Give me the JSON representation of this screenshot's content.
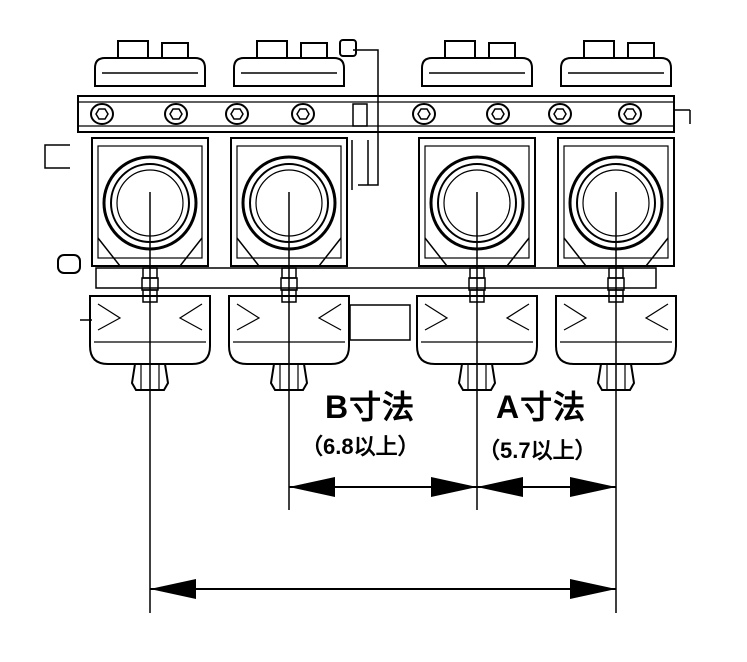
{
  "labels": {
    "b_title": "B寸法",
    "b_value": "（6.8以上）",
    "a_title": "A寸法",
    "a_value": "（5.7以上）"
  },
  "colors": {
    "line": "#000000",
    "background": "#ffffff"
  }
}
